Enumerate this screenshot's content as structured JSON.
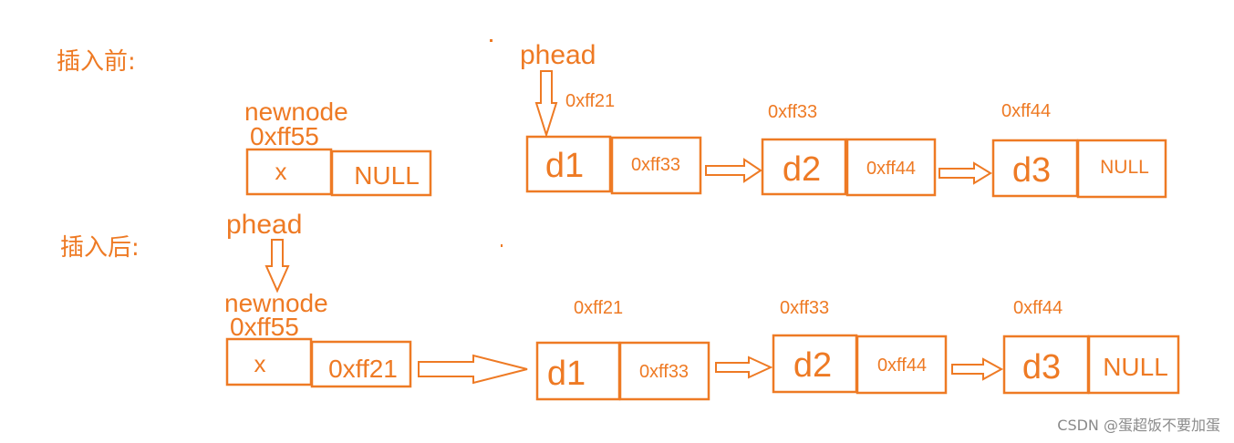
{
  "colors": {
    "accent": "#ee7a24",
    "watermark": "#8a8a8a"
  },
  "before": {
    "label": "插入前:",
    "phead": "phead",
    "newnode": {
      "name": "newnode",
      "addr": "0xff55",
      "data": "x",
      "next": "NULL"
    },
    "nodes": [
      {
        "addr": "0xff21",
        "data": "d1",
        "next": "0xff33"
      },
      {
        "addr": "0xff33",
        "data": "d2",
        "next": "0xff44"
      },
      {
        "addr": "0xff44",
        "data": "d3",
        "next": "NULL"
      }
    ]
  },
  "after": {
    "label": "插入后:",
    "phead": "phead",
    "newnode": {
      "name": "newnode",
      "addr": "0xff55",
      "data": "x",
      "next": "0xff21"
    },
    "nodes": [
      {
        "addr": "0xff21",
        "data": "d1",
        "next": "0xff33"
      },
      {
        "addr": "0xff33",
        "data": "d2",
        "next": "0xff44"
      },
      {
        "addr": "0xff44",
        "data": "d3",
        "next": "NULL"
      }
    ]
  },
  "watermark": "CSDN @蛋超饭不要加蛋"
}
